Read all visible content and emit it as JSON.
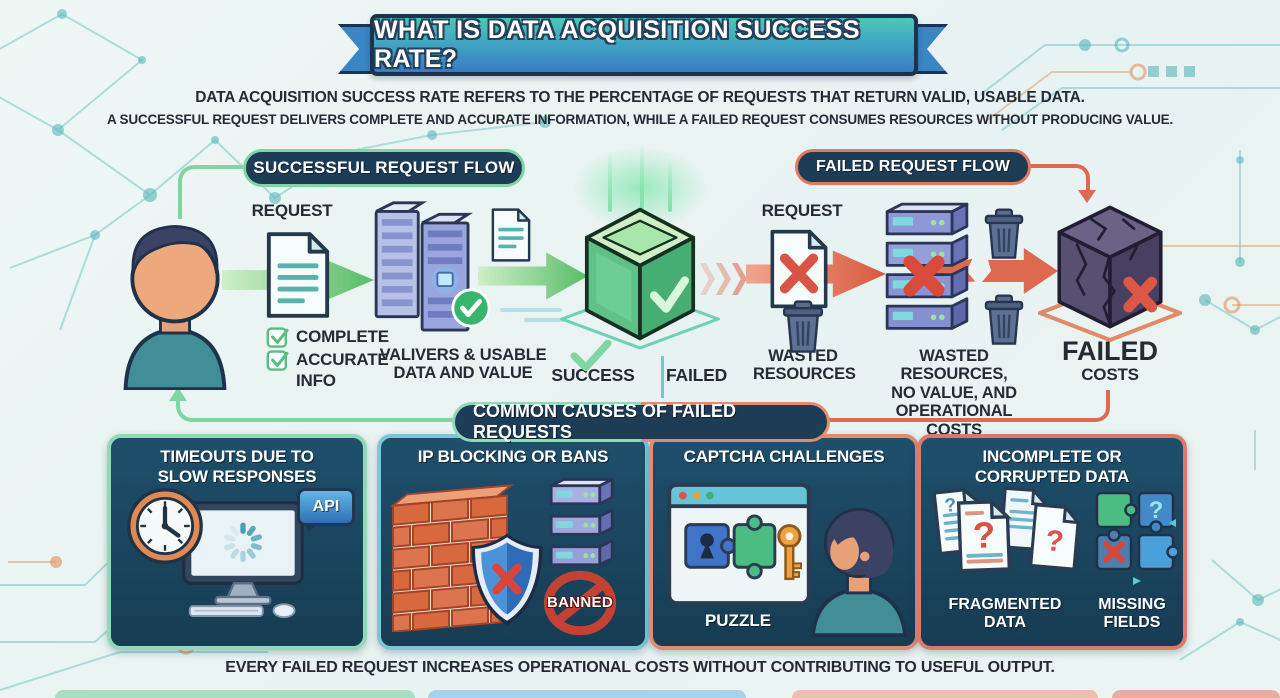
{
  "banner": {
    "title": "WHAT IS DATA ACQUISITION SUCCESS RATE?"
  },
  "intro": {
    "line1": "DATA ACQUISITION SUCCESS RATE REFERS TO THE PERCENTAGE OF REQUESTS THAT RETURN VALID, USABLE DATA.",
    "line2": "A SUCCESSFUL REQUEST DELIVERS COMPLETE AND ACCURATE INFORMATION, WHILE A FAILED REQUEST CONSUMES RESOURCES WITHOUT PRODUCING VALUE."
  },
  "success_flow": {
    "header": "SUCCESSFUL REQUEST FLOW",
    "person_label": "REQUEST",
    "doc_label": "REQUEST",
    "check_item1": "COMPLETE",
    "check_item2": "ACCURATE",
    "check_item3": "INFO",
    "server_label": "VALIVERS & USABLE\nDATA AND VALUE",
    "success_label": "SUCCESS",
    "failed_label": "FAILED"
  },
  "failed_flow": {
    "header": "FAILED REQUEST FLOW",
    "doc_label": "REQUEST",
    "trash_label": "WASTED\nRESOURCES",
    "server_label": "WASTED RESOURCES,\nNO VALUE, AND\nOPERATIONAL COSTS",
    "cube_label_main": "FAILED",
    "cube_label_sub": "COSTS"
  },
  "causes": {
    "header": "COMMON CAUSES OF FAILED REQUESTS",
    "card1": {
      "title": "TIMEOUTS DUE TO\nSLOW RESPONSES",
      "api_badge": "API"
    },
    "card2": {
      "title": "IP BLOCKING OR BANS",
      "banned_badge": "BANNED"
    },
    "card3": {
      "title": "CAPTCHA CHALLENGES",
      "caption": "PUZZLE"
    },
    "card4": {
      "title": "INCOMPLETE OR\nCORRUPTED DATA",
      "caption_left": "FRAGMENTED\nDATA",
      "caption_right": "MISSING\nFIELDS"
    }
  },
  "footer": "EVERY FAILED REQUEST INCREASES OPERATIONAL COSTS WITHOUT CONTRIBUTING TO USEFUL OUTPUT.",
  "icons": {
    "question_mark": "?"
  },
  "colors": {
    "accent_green": "#7fd6a2",
    "accent_red": "#e07a5f",
    "navy_pill": "#1d3c56",
    "card_bg": "#1c4a63",
    "banner_top": "#4fc7b4",
    "banner_bottom": "#3a7bc3"
  }
}
